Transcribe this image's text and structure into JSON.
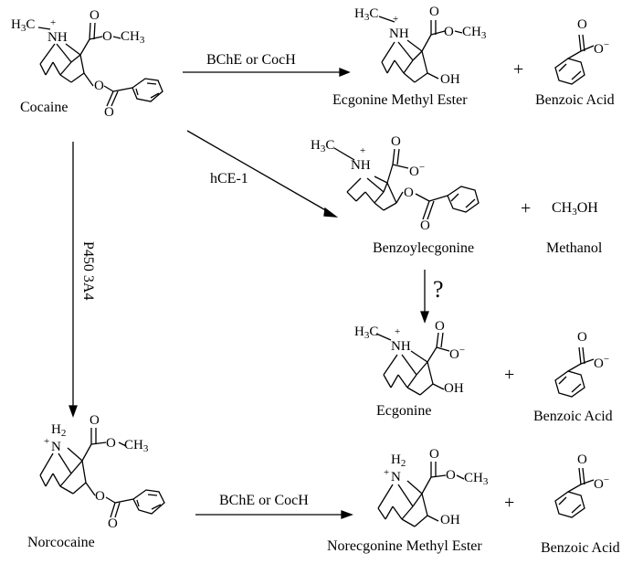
{
  "compounds": {
    "cocaine": "Cocaine",
    "ecgonine_methyl_ester": "Ecgonine Methyl Ester",
    "benzoic_acid": "Benzoic Acid",
    "benzoylecgonine": "Benzoylecgonine",
    "methanol_formula": "CH3OH",
    "methanol": "Methanol",
    "ecgonine": "Ecgonine",
    "norcocaine": "Norcocaine",
    "norecgonine_methyl_ester": "Norecgonine Methyl Ester"
  },
  "enzymes": {
    "bche_or_coch": "BChE or CocH",
    "hce1": "hCE-1",
    "p450": "P450 3A4"
  },
  "symbols": {
    "plus": "+",
    "unknown": "?"
  },
  "atoms": {
    "h3c": "H3C",
    "nh": "NH",
    "n": "N",
    "h2": "H2",
    "ch3": "CH3",
    "o": "O",
    "o_minus": "O−",
    "oh": "OH",
    "charge_plus": "+"
  }
}
